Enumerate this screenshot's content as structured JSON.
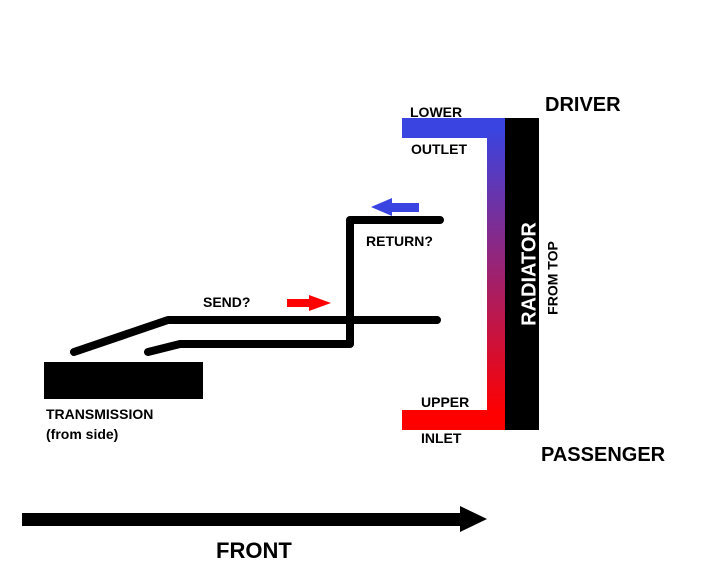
{
  "labels": {
    "driver": "DRIVER",
    "passenger": "PASSENGER",
    "radiator": "RADIATOR",
    "from_top": "FROM TOP",
    "lower": "LOWER",
    "outlet": "OUTLET",
    "upper": "UPPER",
    "inlet": "INLET",
    "return": "RETURN?",
    "send": "SEND?",
    "transmission": "TRANSMISSION",
    "transmission_note": "(from side)",
    "front": "FRONT"
  },
  "colors": {
    "line": "#000000",
    "hot": "#ff0000",
    "cool": "#3a44e0",
    "gradient_top": "#3a44e0",
    "gradient_bottom": "#ff0000"
  },
  "icons": {
    "send_arrow": "arrow-right-icon",
    "return_arrow": "arrow-left-icon",
    "front_arrow": "arrow-right-icon"
  }
}
